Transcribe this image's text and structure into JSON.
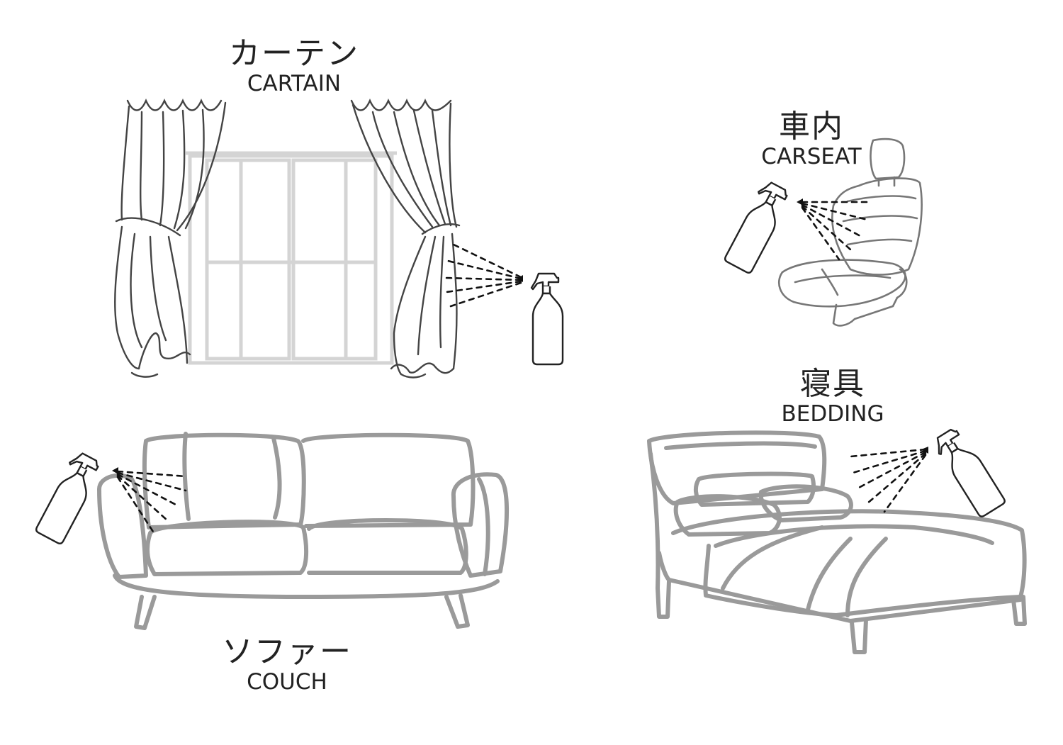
{
  "labels": {
    "curtain": {
      "jp": "カーテン",
      "en": "CARTAIN"
    },
    "carseat": {
      "jp": "車内",
      "en": "CARSEAT"
    },
    "bedding": {
      "jp": "寝具",
      "en": "BEDDING"
    },
    "couch": {
      "jp": "ソファー",
      "en": "COUCH"
    }
  },
  "illustrations": {
    "curtain": "window-with-curtains",
    "carseat": "car-seat",
    "bedding": "bed",
    "couch": "sofa"
  },
  "icons": {
    "spray_bottle": "spray-bottle-icon"
  },
  "colors": {
    "sketch_line": "#9a9a9a",
    "dark_line": "#333333",
    "window_frame": "#d4d4d4",
    "text": "#222222"
  }
}
